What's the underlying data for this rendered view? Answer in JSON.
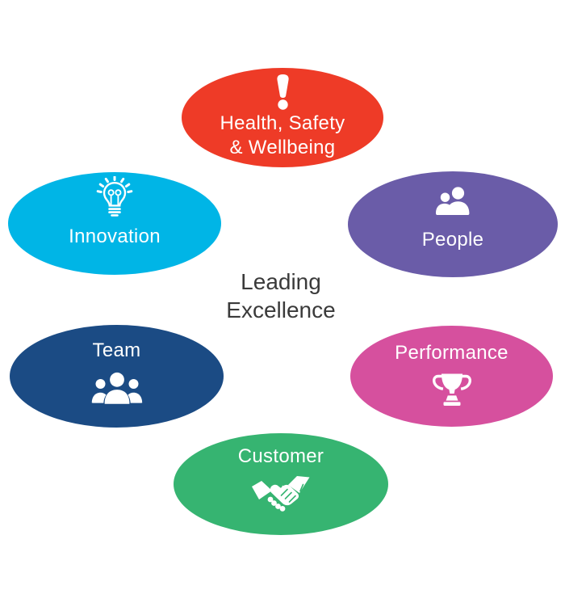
{
  "diagram": {
    "title": "Leading Excellence values diagram",
    "center_title": {
      "line1": "Leading",
      "line2": "Excellence",
      "color": "#3a3a3a"
    },
    "text_color": "#ffffff",
    "nodes": [
      {
        "id": "health-safety-wellbeing",
        "label": "Health, Safety & Wellbeing",
        "line1": "Health, Safety",
        "line2": "& Wellbeing",
        "color": "#ee3b27",
        "icon": "exclamation-icon",
        "icon_position": "above-label"
      },
      {
        "id": "innovation",
        "label": "Innovation",
        "color": "#00b5e6",
        "icon": "lightbulb-icon",
        "icon_position": "above-label"
      },
      {
        "id": "people",
        "label": "People",
        "color": "#6a5ca8",
        "icon": "people-icon",
        "icon_position": "above-label"
      },
      {
        "id": "team",
        "label": "Team",
        "color": "#1b4b84",
        "icon": "team-icon",
        "icon_position": "below-label"
      },
      {
        "id": "performance",
        "label": "Performance",
        "color": "#d6509e",
        "icon": "trophy-icon",
        "icon_position": "below-label"
      },
      {
        "id": "customer",
        "label": "Customer",
        "color": "#36b471",
        "icon": "handshake-icon",
        "icon_position": "below-label"
      }
    ]
  }
}
